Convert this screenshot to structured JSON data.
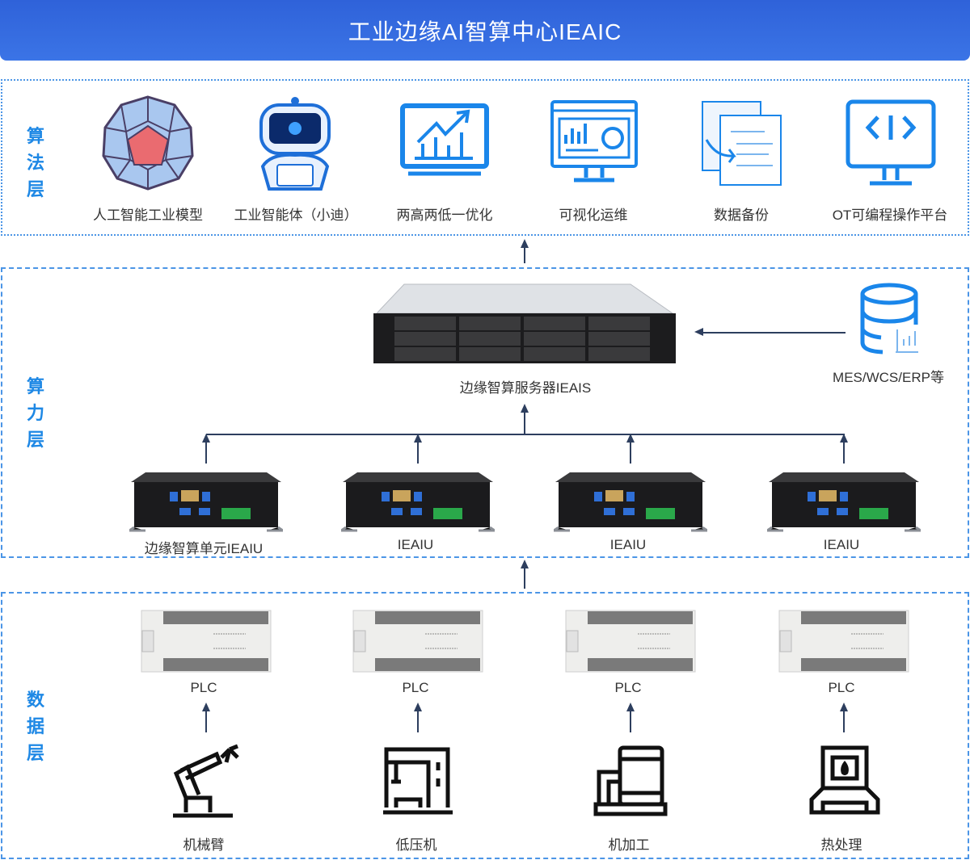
{
  "header": {
    "title": "工业边缘AI智算中心IEAIC"
  },
  "layers": {
    "algorithm": {
      "label": [
        "算",
        "法",
        "层"
      ],
      "items": [
        {
          "label": "人工智能工业模型",
          "icon": "polyhedron-icon"
        },
        {
          "label": "工业智能体（小迪）",
          "icon": "robot-icon"
        },
        {
          "label": "两高两低一优化",
          "icon": "trend-chart-monitor-icon"
        },
        {
          "label": "可视化运维",
          "icon": "dashboard-monitor-icon"
        },
        {
          "label": "数据备份",
          "icon": "data-backup-icon"
        },
        {
          "label": "OT可编程操作平台",
          "icon": "code-monitor-icon"
        }
      ]
    },
    "compute": {
      "label": [
        "算",
        "力",
        "层"
      ],
      "server": "边缘智算服务器IEAIS",
      "external": "MES/WCS/ERP等",
      "units": [
        "边缘智算单元IEAIU",
        "IEAIU",
        "IEAIU",
        "IEAIU"
      ]
    },
    "data": {
      "label": [
        "数",
        "据",
        "层"
      ],
      "plcs": [
        "PLC",
        "PLC",
        "PLC",
        "PLC"
      ],
      "machines": [
        {
          "label": "机械臂",
          "icon": "robot-arm-icon"
        },
        {
          "label": "低压机",
          "icon": "press-machine-icon"
        },
        {
          "label": "机加工",
          "icon": "machining-icon"
        },
        {
          "label": "热处理",
          "icon": "heat-treatment-icon"
        }
      ]
    }
  },
  "colors": {
    "accent": "#1e88e5",
    "header": "#3468dd",
    "arrow": "#2d3e5e"
  }
}
